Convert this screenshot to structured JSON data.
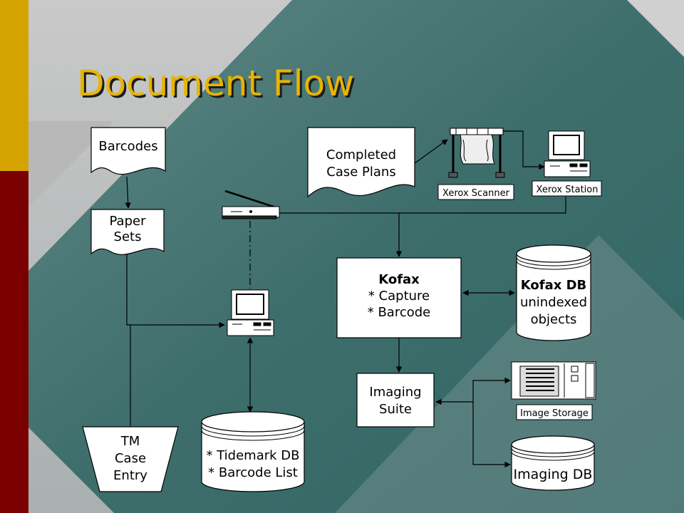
{
  "slide": {
    "title": "Document Flow"
  },
  "colors": {
    "stripe_top": "#d4a300",
    "stripe_bottom": "#7a0000",
    "title": "#e8b400",
    "bg_light": "#c4c4c4",
    "bg_teal": "#3f6f6d"
  },
  "nodes": {
    "barcodes": {
      "lines": [
        "Barcodes"
      ]
    },
    "paper_sets": {
      "lines": [
        "Paper",
        "Sets"
      ]
    },
    "completed_case_plans": {
      "lines": [
        "Completed",
        "Case Plans"
      ]
    },
    "xerox_scanner": {
      "label": "Xerox Scanner"
    },
    "xerox_station": {
      "label": "Xerox Station"
    },
    "kofax": {
      "lines": [
        "Kofax",
        "* Capture",
        "* Barcode"
      ]
    },
    "kofax_db": {
      "lines": [
        "Kofax DB",
        "unindexed",
        "objects"
      ]
    },
    "imaging_suite": {
      "lines": [
        "Imaging",
        "Suite"
      ]
    },
    "image_storage": {
      "label": "Image Storage"
    },
    "imaging_db": {
      "lines": [
        "Imaging DB"
      ]
    },
    "tm_case_entry": {
      "lines": [
        "TM",
        "Case",
        "Entry"
      ]
    },
    "tidemark_db": {
      "lines": [
        "* Tidemark DB",
        "* Barcode List"
      ]
    }
  }
}
